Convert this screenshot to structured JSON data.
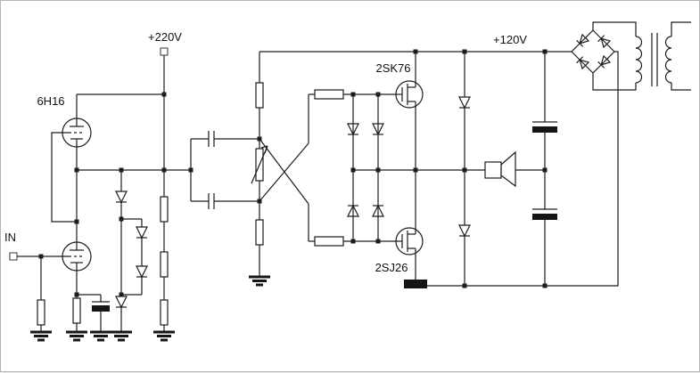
{
  "diagram": {
    "labels": {
      "supply_primary": "+220V",
      "supply_secondary": "+120V",
      "tube_designation": "6H16",
      "input": "IN",
      "n_channel_mosfet": "2SK76",
      "p_channel_mosfet": "2SJ26"
    },
    "colors": {
      "line": "#1c1c1c",
      "background": "#ffffff"
    }
  }
}
